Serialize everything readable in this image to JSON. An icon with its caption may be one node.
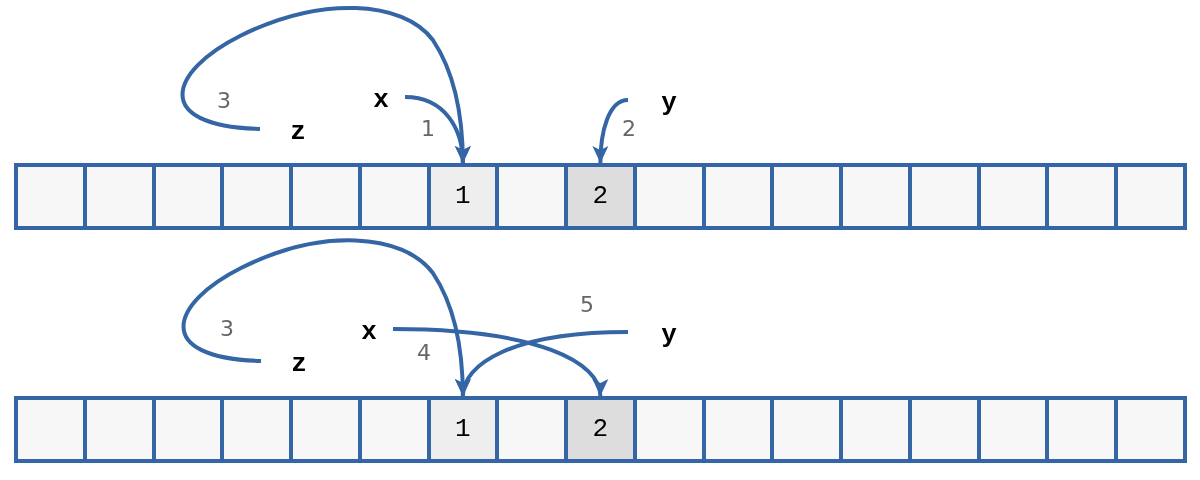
{
  "diagram": {
    "nodes": [
      {
        "text": [
          "x"
        ]
      },
      {
        "text": [
          "y"
        ]
      },
      {
        "text": [
          "z"
        ]
      },
      {
        "text": [],
        "shape": "box"
      },
      {
        "text": [],
        "shape": "box"
      },
      {
        "text": [],
        "shape": "box"
      },
      {
        "text": [],
        "shape": "box"
      },
      {
        "text": [],
        "shape": "box"
      },
      {
        "text": [],
        "shape": "box"
      },
      {
        "text": [
          "1"
        ]
      },
      {
        "text": [],
        "shape": "box"
      },
      {
        "text": [
          "2"
        ]
      },
      {
        "text": [],
        "shape": "box"
      },
      {
        "text": [],
        "shape": "box"
      },
      {
        "text": [],
        "shape": "box"
      },
      {
        "text": [],
        "shape": "box"
      },
      {
        "text": [],
        "shape": "box"
      },
      {
        "text": [],
        "shape": "box"
      },
      {
        "text": [],
        "shape": "box"
      },
      {
        "text": [],
        "shape": "box"
      },
      {
        "text": [
          "x"
        ]
      },
      {
        "text": [
          "y"
        ]
      },
      {
        "text": [
          "z"
        ]
      },
      {
        "text": [],
        "shape": "box"
      },
      {
        "text": [],
        "shape": "box"
      },
      {
        "text": [],
        "shape": "box"
      },
      {
        "text": [],
        "shape": "box"
      },
      {
        "text": [],
        "shape": "box"
      },
      {
        "text": [],
        "shape": "box"
      },
      {
        "text": [
          "1"
        ]
      },
      {
        "text": [],
        "shape": "box"
      },
      {
        "text": [
          "2"
        ]
      },
      {
        "text": [],
        "shape": "box"
      },
      {
        "text": [],
        "shape": "box"
      },
      {
        "text": [],
        "shape": "box"
      },
      {
        "text": [],
        "shape": "box"
      },
      {
        "text": [],
        "shape": "box"
      },
      {
        "text": [],
        "shape": "box"
      },
      {
        "text": [],
        "shape": "box"
      },
      {
        "text": [],
        "shape": "box"
      }
    ],
    "edges": [
      {
        "from": 0,
        "to": 9,
        "arrow": "to",
        "label": "1"
      },
      {
        "from": 1,
        "to": 11,
        "arrow": "to",
        "label": "2"
      },
      {
        "from": 2,
        "to": 9,
        "arrow": "to",
        "label": "3"
      },
      {
        "from": 22,
        "to": 29,
        "arrow": "to",
        "label": "3"
      },
      {
        "from": 20,
        "to": 31,
        "arrow": "to",
        "label": "4"
      },
      {
        "from": 21,
        "to": 29,
        "arrow": "to",
        "label": "5"
      }
    ]
  }
}
